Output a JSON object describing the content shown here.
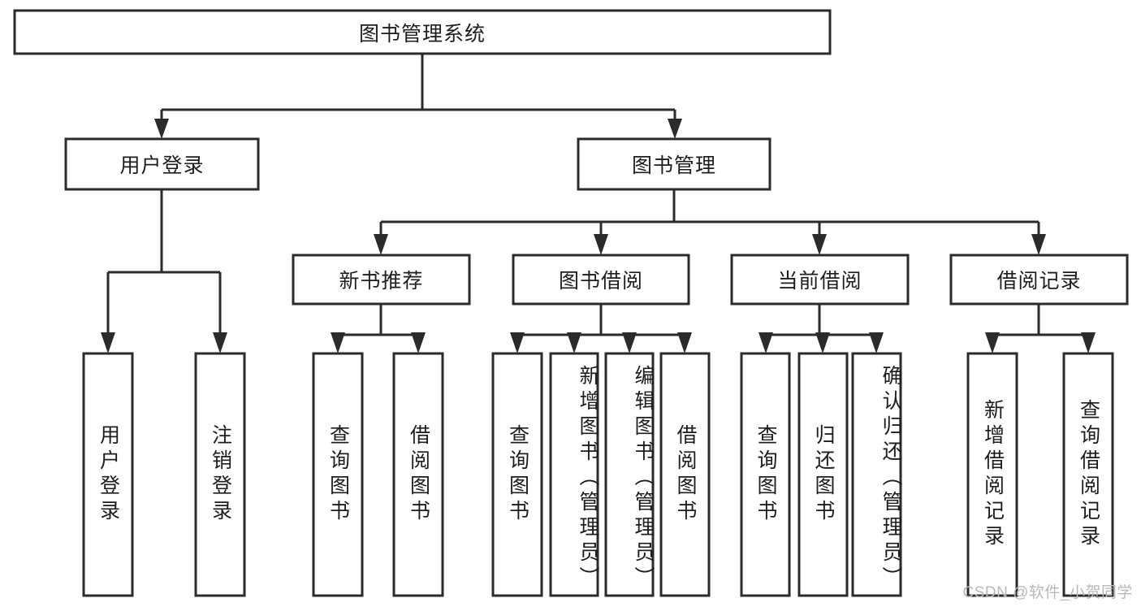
{
  "diagram": {
    "title": "图书管理系统",
    "type": "tree-hierarchy",
    "orientation": "top-down",
    "colors": {
      "box_fill": "#ffffff",
      "box_stroke": "#2b2b2b",
      "text": "#1d1d1d",
      "connector": "#2b2b2b",
      "watermark": "#b9b9b9",
      "background": "#ffffff"
    },
    "root": {
      "label": "图书管理系统",
      "text_direction": "horizontal"
    },
    "level1": [
      {
        "label": "用户登录",
        "text_direction": "horizontal"
      },
      {
        "label": "图书管理",
        "text_direction": "horizontal"
      }
    ],
    "level2": [
      {
        "label": "新书推荐",
        "text_direction": "horizontal"
      },
      {
        "label": "图书借阅",
        "text_direction": "horizontal"
      },
      {
        "label": "当前借阅",
        "text_direction": "horizontal"
      },
      {
        "label": "借阅记录",
        "text_direction": "horizontal"
      }
    ],
    "leaves": {
      "user_login": [
        {
          "label": "用户登录",
          "text_direction": "vertical"
        },
        {
          "label": "注销登录",
          "text_direction": "vertical"
        }
      ],
      "new_book_recommend": [
        {
          "label": "查询图书",
          "text_direction": "vertical"
        },
        {
          "label": "借阅图书",
          "text_direction": "vertical"
        }
      ],
      "book_borrow": [
        {
          "label": "查询图书",
          "text_direction": "vertical"
        },
        {
          "label": "新增图书（管理员）",
          "text_direction": "vertical"
        },
        {
          "label": "编辑图书（管理员）",
          "text_direction": "vertical"
        },
        {
          "label": "借阅图书",
          "text_direction": "vertical"
        }
      ],
      "current_borrow": [
        {
          "label": "查询图书",
          "text_direction": "vertical"
        },
        {
          "label": "归还图书",
          "text_direction": "vertical"
        },
        {
          "label": "确认归还（管理员）",
          "text_direction": "vertical"
        }
      ],
      "borrow_record": [
        {
          "label": "新增借阅记录",
          "text_direction": "vertical"
        },
        {
          "label": "查询借阅记录",
          "text_direction": "vertical"
        }
      ]
    }
  },
  "watermark": {
    "text": "CSDN @软件_小贺同学"
  }
}
